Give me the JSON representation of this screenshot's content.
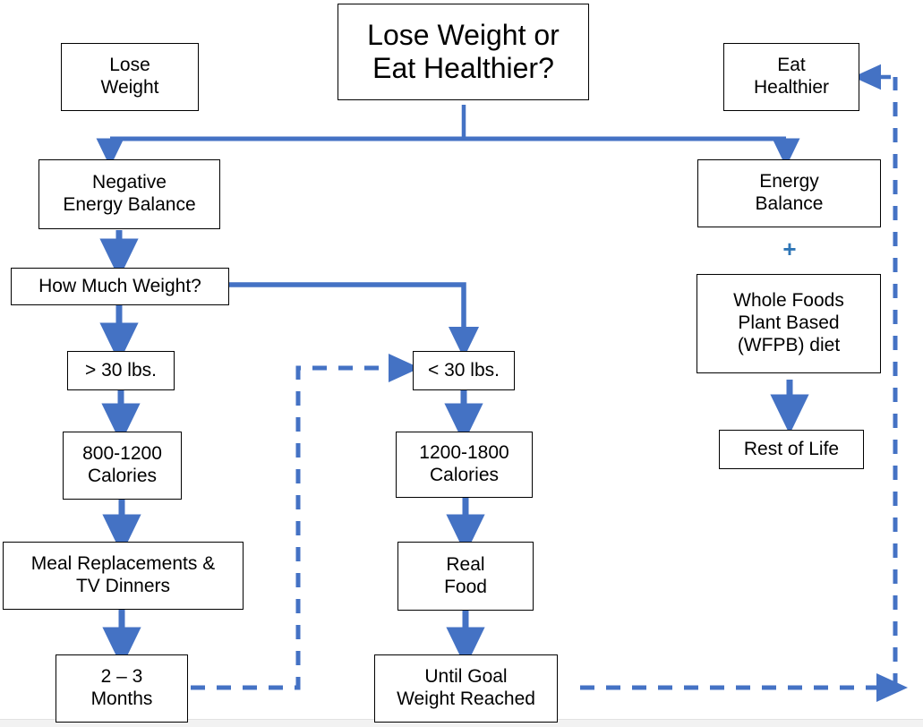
{
  "theme": {
    "arrow_blue": "#4472C4",
    "plus_blue": "#2E75B6",
    "box_border": "#000000",
    "background": "#FFFFFF"
  },
  "title": {
    "line1": "Lose Weight or",
    "line2": "Eat Healthier?",
    "text": "Lose Weight or\nEat Healthier?"
  },
  "nodes": {
    "lose_weight": "Lose\nWeight",
    "eat_healthier": "Eat\nHealthier",
    "negative_energy_balance": "Negative\nEnergy Balance",
    "energy_balance": "Energy\nBalance",
    "how_much_weight": "How Much Weight?",
    "wfpb_diet": "Whole Foods\nPlant Based\n(WFPB) diet",
    "over_30": "> 30 lbs.",
    "under_30": "< 30 lbs.",
    "rest_of_life": "Rest of Life",
    "cal_800_1200": "800-1200\nCalories",
    "cal_1200_1800": "1200-1800\nCalories",
    "meal_replacements": "Meal Replacements &\nTV Dinners",
    "real_food": "Real\nFood",
    "two_three_months": "2 – 3\nMonths",
    "until_goal": "Until Goal\nWeight Reached"
  },
  "symbols": {
    "plus": "+"
  },
  "chart_data": {
    "type": "diagram",
    "title": "Lose Weight or Eat Healthier?",
    "nodes": [
      {
        "id": "title",
        "label": "Lose Weight or Eat Healthier?"
      },
      {
        "id": "lose_weight",
        "label": "Lose Weight"
      },
      {
        "id": "eat_healthier",
        "label": "Eat Healthier"
      },
      {
        "id": "negative_energy_balance",
        "label": "Negative Energy Balance"
      },
      {
        "id": "energy_balance",
        "label": "Energy Balance"
      },
      {
        "id": "how_much_weight",
        "label": "How Much Weight?"
      },
      {
        "id": "wfpb_diet",
        "label": "Whole Foods Plant Based (WFPB) diet"
      },
      {
        "id": "over_30",
        "label": "> 30 lbs."
      },
      {
        "id": "under_30",
        "label": "< 30 lbs."
      },
      {
        "id": "rest_of_life",
        "label": "Rest of Life"
      },
      {
        "id": "cal_800_1200",
        "label": "800-1200 Calories"
      },
      {
        "id": "cal_1200_1800",
        "label": "1200-1800 Calories"
      },
      {
        "id": "meal_replacements",
        "label": "Meal Replacements & TV Dinners"
      },
      {
        "id": "real_food",
        "label": "Real Food"
      },
      {
        "id": "two_three_months",
        "label": "2 – 3 Months"
      },
      {
        "id": "until_goal",
        "label": "Until Goal Weight Reached"
      }
    ],
    "edges": [
      {
        "from": "title",
        "to": "negative_energy_balance",
        "style": "solid"
      },
      {
        "from": "title",
        "to": "energy_balance",
        "style": "solid"
      },
      {
        "from": "negative_energy_balance",
        "to": "how_much_weight",
        "style": "solid"
      },
      {
        "from": "how_much_weight",
        "to": "over_30",
        "style": "solid"
      },
      {
        "from": "how_much_weight",
        "to": "under_30",
        "style": "solid"
      },
      {
        "from": "over_30",
        "to": "cal_800_1200",
        "style": "solid"
      },
      {
        "from": "cal_800_1200",
        "to": "meal_replacements",
        "style": "solid"
      },
      {
        "from": "meal_replacements",
        "to": "two_three_months",
        "style": "solid"
      },
      {
        "from": "two_three_months",
        "to": "under_30",
        "style": "dashed"
      },
      {
        "from": "under_30",
        "to": "cal_1200_1800",
        "style": "solid"
      },
      {
        "from": "cal_1200_1800",
        "to": "real_food",
        "style": "solid"
      },
      {
        "from": "real_food",
        "to": "until_goal",
        "style": "solid"
      },
      {
        "from": "until_goal",
        "to": "eat_healthier",
        "style": "dashed"
      },
      {
        "from": "energy_balance",
        "to": "wfpb_diet",
        "style": "plus"
      },
      {
        "from": "wfpb_diet",
        "to": "rest_of_life",
        "style": "solid"
      }
    ]
  }
}
